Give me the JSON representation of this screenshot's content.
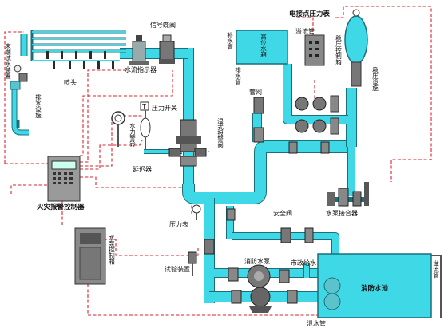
{
  "labels": {
    "signal_butterfly_valve": "信号蝶阀",
    "water_flow_indicator": "水流指示器",
    "sprinkler": "喷头",
    "end_test_device": "末端试水装置",
    "drain_facility": "排水设施",
    "pressure_switch": "压力开关",
    "hydraulic_alarm_bell": "水力警铃",
    "retarder": "延迟器",
    "wet_alarm_valve": "湿式报警阀",
    "fire_alarm_controller": "火灾报警控制器",
    "pump_control_cabinet": "水泵控制箱",
    "pressure_gauge_left": "压力表",
    "test_device": "试验装置",
    "safety_valve": "安全阀",
    "fire_pump": "消防水泵",
    "municipal_supply": "市政给水",
    "fire_pool": "消防水池",
    "overflow_pipe_right": "溢流管",
    "drain_pipe_bottom": "泄水管",
    "pump_adapter": "水泵接合器",
    "elevated_tank": "高位水箱",
    "replenish_pipe": "补水管",
    "drain_pipe_tank": "排水管",
    "overflow_pipe_tank": "溢流管",
    "pipe_network": "管网",
    "electric_contact_gauge": "电接点压力表",
    "pressure_stabilizer_controller": "稳压控制箱",
    "pressure_stabilizer": "稳压设施"
  },
  "colors": {
    "pipe": "#3fd8e6",
    "pipe_edge": "#1a6f7a",
    "signal_line": "#d9232e",
    "device_gray": "#8a8a8a"
  }
}
